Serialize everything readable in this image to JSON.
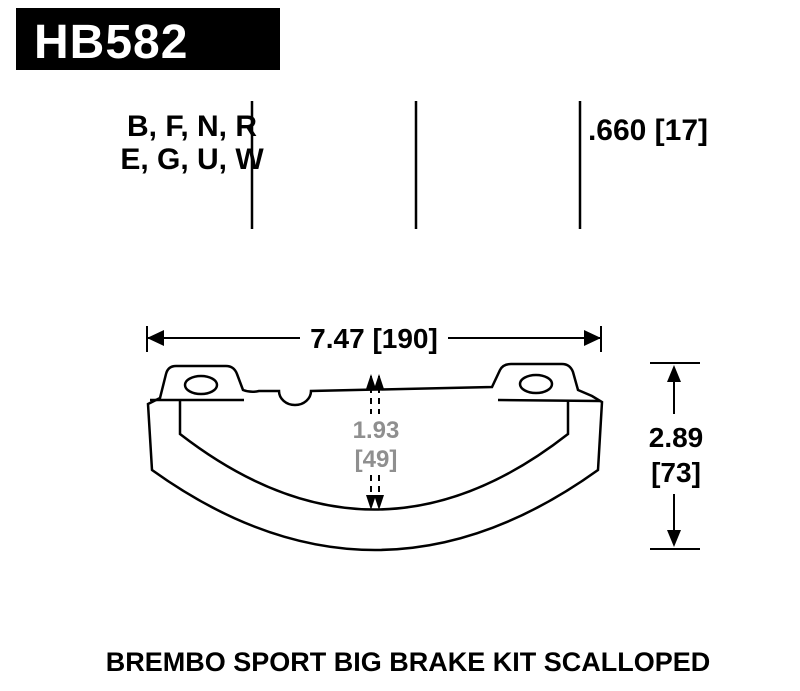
{
  "header": {
    "part_number": "HB582"
  },
  "spec_row": {
    "compound_codes_line1": "B, F, N, R",
    "compound_codes_line2": "E, G, U, W",
    "thickness": ".660 [17]"
  },
  "dimensions": {
    "width": "7.47 [190]",
    "center_height_in": "1.93",
    "center_height_mm": "[49]",
    "overall_height_in": "2.89",
    "overall_height_mm": "[73]"
  },
  "caption": "BREMBO SPORT BIG BRAKE KIT SCALLOPED",
  "colors": {
    "ink": "#000000",
    "muted_gray": "#8f8f8f",
    "header_bg": "#000000",
    "header_text": "#ffffff"
  }
}
